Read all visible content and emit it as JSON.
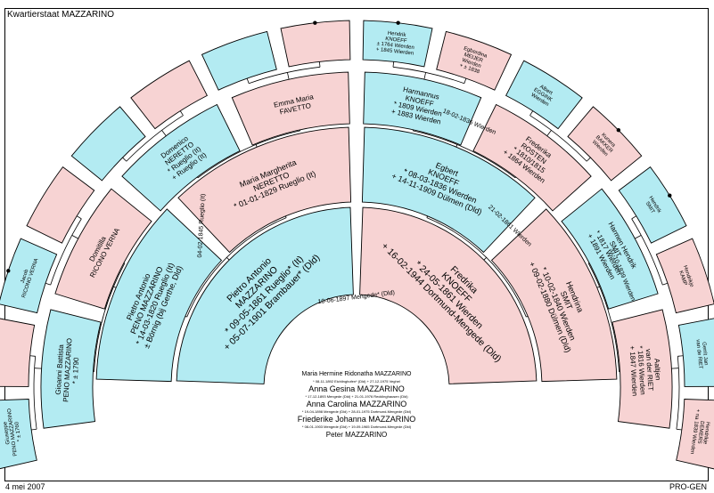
{
  "title": "Kwartierstaat MAZZARINO",
  "footer": {
    "date": "4 mei 2007",
    "app": "PRO-GEN"
  },
  "colors": {
    "male": "#b3ebf2",
    "female": "#f7d3d3",
    "line": "#000000",
    "frame": "#000000"
  },
  "ring1": [
    {
      "lines": [
        "Pietro Antonio",
        "MAZZARINO",
        "* 09-05-1861 Rueglio* (It)",
        "+ 05-07-1901 Brambauer* (Dld)"
      ],
      "gender": "m"
    },
    {
      "lines": [
        "Fredrika",
        "KNOEFF",
        "* 24-05-1861 Wierden",
        "+ 16-02-1944 Dortmund-Mengede (Dld)"
      ],
      "gender": "f"
    }
  ],
  "ring2": [
    {
      "lines": [
        "Pietro Antonio",
        "PENO MAZZARINO",
        "* 14-03-1820 Rueglio (It)",
        "± Börnig (bij Gerthe, Dld)"
      ],
      "gender": "m"
    },
    {
      "lines": [
        "Maria Margherita",
        "NERETTO",
        "* 01-01-1829 Rueglio (It)"
      ],
      "gender": "f"
    },
    {
      "lines": [
        "Egbert",
        "KNOEFF",
        "* 08-03-1836 Wierden",
        "+ 14-11-1909 Dülmen (Dld)"
      ],
      "gender": "m"
    },
    {
      "lines": [
        "Hendrina",
        "SMIT",
        "* 10-02-1840 Wierden",
        "+ 09-02-1880 Dülmen (Dld)"
      ],
      "gender": "f"
    }
  ],
  "ring3": [
    {
      "lines": [
        "Gioanni Battista",
        "PENO MAZZARINO",
        "* ± 1790"
      ],
      "gender": "m"
    },
    {
      "lines": [
        "Domitilla",
        "RICONO VERNA"
      ],
      "gender": "f"
    },
    {
      "lines": [
        "Domenico",
        "NERETTO",
        "* Rueglio (It)",
        "+ Rueglio (It)"
      ],
      "gender": "m"
    },
    {
      "lines": [
        "Emma Maria",
        "FAVETTO"
      ],
      "gender": "f"
    },
    {
      "lines": [
        "Harmannus",
        "KNOEFF",
        "* 1809 Wierden",
        "+ 1883 Wierden"
      ],
      "gender": "m"
    },
    {
      "lines": [
        "Frederika",
        "ROSTEN",
        "* 1810/1815",
        "+ 1864 Wierden"
      ],
      "gender": "f"
    },
    {
      "lines": [
        "Harmen Hendrik",
        "SMIT",
        "* 1817 Wierden",
        "+ 1891 Wierden"
      ],
      "gender": "m"
    },
    {
      "lines": [
        "Aaltjen",
        "van der RIET",
        "* 1816 Wierden",
        "+ 1847 Wierden"
      ],
      "gender": "f"
    }
  ],
  "ring4": [
    {
      "lines": [
        "Giuseppe",
        "PENO MAZZARINO",
        "* ± 1760"
      ],
      "gender": "m"
    },
    {
      "lines": [],
      "gender": "f"
    },
    {
      "lines": [
        "Jacob",
        "RICONO VERNA"
      ],
      "gender": "m"
    },
    {
      "lines": [],
      "gender": "f"
    },
    {
      "lines": [],
      "gender": "m"
    },
    {
      "lines": [],
      "gender": "f"
    },
    {
      "lines": [],
      "gender": "m"
    },
    {
      "lines": [],
      "gender": "f"
    },
    {
      "lines": [
        "Hendrik",
        "KNOEFF",
        "± 1764 Wierden",
        "+ 1845 Wierden"
      ],
      "gender": "m"
    },
    {
      "lines": [
        "Egberdina",
        "MEIJER",
        "Wierden",
        "+ ± 1838"
      ],
      "gender": "f"
    },
    {
      "lines": [
        "Albert",
        "EGGINK",
        "Wierden"
      ],
      "gender": "m"
    },
    {
      "lines": [
        "Kunera",
        "BAKKER",
        "Wierden"
      ],
      "gender": "f"
    },
    {
      "lines": [
        "Hendrik",
        "SMIT"
      ],
      "gender": "m"
    },
    {
      "lines": [
        "Hendrikje",
        "KAMP"
      ],
      "gender": "f"
    },
    {
      "lines": [
        "Gerrit Jan",
        "van de RIET"
      ],
      "gender": "m"
    },
    {
      "lines": [
        "Hendrikje",
        "DEMERS",
        "+ na 1839 Wierden"
      ],
      "gender": "f"
    }
  ],
  "marriages": [
    "10-06-1897 Mengede* (Dld)",
    "04-02-1845 Rueglio (It)",
    "21-02-1861 Wierden",
    "18-02-1836 Wierden",
    "31-10-1839 Wierden"
  ],
  "descendants": [
    {
      "name": "Maria Hermine Ridonatha MAZZARINO",
      "dates": "* 08-11-1892 Eichlinghofen* (Dld)   + 27-12-1975 Veghel"
    },
    {
      "name": "Anna Gesina MAZZARINO",
      "dates": "* 17-12-1893 Mengede (Dld)   + 21-01-1976 Recklinghausen (Dld)"
    },
    {
      "name": "Anna Carolina MAZZARINO",
      "dates": "* 19-04-1898 Mengede (Dld)   + 28-01-1975 Dortmund-Mengede (Dld)"
    },
    {
      "name": "Friederike Johanna MAZZARINO",
      "dates": "* 08-01-1903 Mengede (Dld)   + 19-09-1965 Dortmund-Mengede (Dld)"
    },
    {
      "name": "Peter MAZZARINO",
      "dates": ""
    }
  ]
}
